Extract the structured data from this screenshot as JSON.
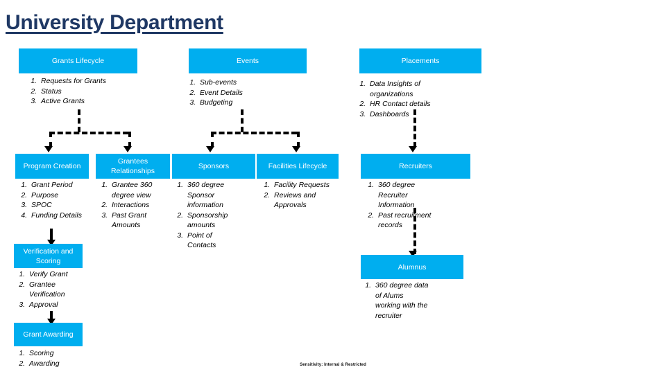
{
  "page": {
    "title": "University Department",
    "title_color": "#1F3864",
    "node_color": "#00AEEF",
    "node_text_color": "#FFFFFF",
    "footer": "Sensitivity: Internal & Restricted"
  },
  "nodes": {
    "grants_lifecycle": {
      "label": "Grants Lifecycle",
      "items": [
        "Requests for Grants",
        "Status",
        "Active Grants"
      ]
    },
    "events": {
      "label": "Events",
      "items": [
        "Sub-events",
        "Event Details",
        "Budgeting"
      ]
    },
    "placements": {
      "label": "Placements",
      "items": [
        "Data Insights of organizations",
        "HR Contact details",
        "Dashboards"
      ]
    },
    "program_creation": {
      "label": "Program Creation",
      "items": [
        "Grant Period",
        "Purpose",
        "SPOC",
        "Funding Details"
      ]
    },
    "grantees_relationships": {
      "label": "Grantees Relationships",
      "items": [
        "Grantee 360 degree view",
        "Interactions",
        "Past Grant Amounts"
      ]
    },
    "sponsors": {
      "label": "Sponsors",
      "items": [
        "360 degree Sponsor information",
        "Sponsorship amounts",
        "Point of Contacts"
      ]
    },
    "facilities_lifecycle": {
      "label": "Facilities Lifecycle",
      "items": [
        "Facility Requests",
        "Reviews and Approvals"
      ]
    },
    "recruiters": {
      "label": "Recruiters",
      "items": [
        "360 degree Recruiter Information",
        "Past recruitment records"
      ]
    },
    "verification_and_scoring": {
      "label": "Verification and Scoring",
      "items": [
        "Verify Grant",
        "Grantee Verification",
        "Approval"
      ]
    },
    "grant_awarding": {
      "label": "Grant Awarding",
      "items": [
        "Scoring",
        "Awarding"
      ]
    },
    "alumnus": {
      "label": "Alumnus",
      "items": [
        "360 degree data of Alums working with the recruiter"
      ]
    }
  }
}
